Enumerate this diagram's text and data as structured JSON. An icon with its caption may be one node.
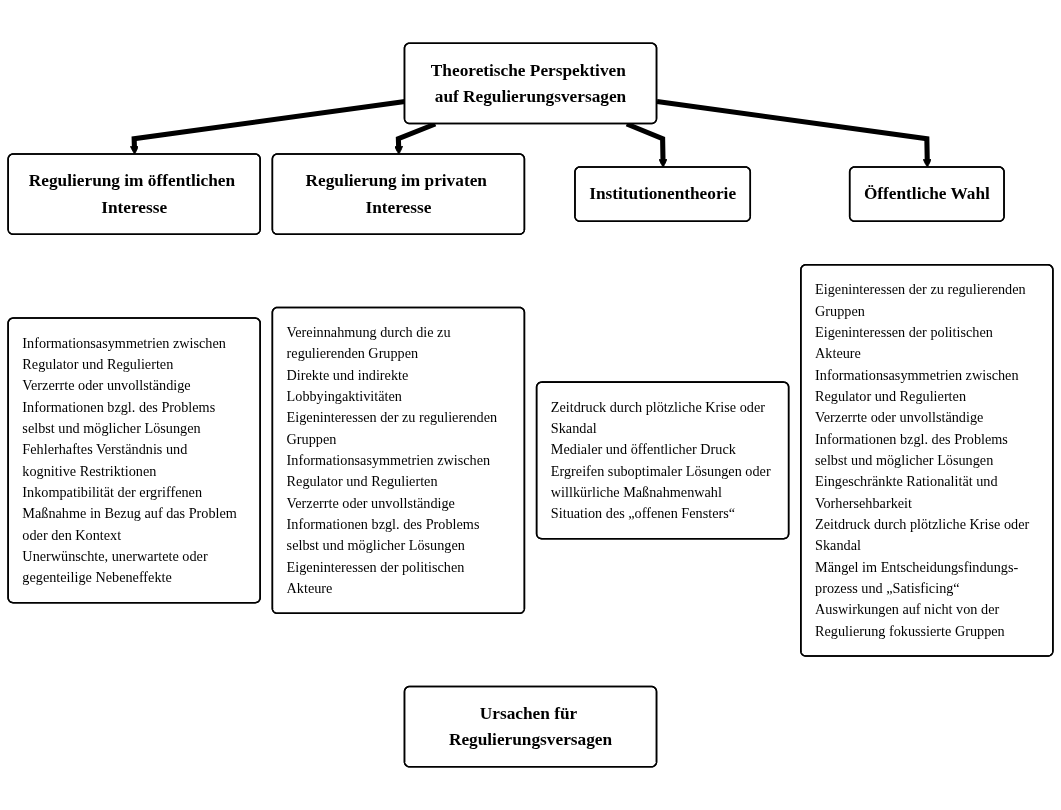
{
  "diagram": {
    "nodes": [
      {
        "text": [
          "Theoretische Perspektiven auf Regulierungsversagen"
        ]
      },
      {
        "text": [
          "Regulierung im öffentlichen Interesse"
        ]
      },
      {
        "text": [
          "Regulierung im privaten Interesse"
        ]
      },
      {
        "text": [
          "Institutionentheorie"
        ]
      },
      {
        "text": [
          "Öffentliche Wahl"
        ]
      },
      {
        "text": [
          "Informationsasymmetrien zwischen Regulator und Regulierten",
          "Verzerrte oder unvollständige Informationen bzgl. des Problems selbst und möglicher Lösungen",
          "Fehlerhaftes Verständnis und kognitive Restriktionen",
          "Inkompatibilität der ergriffenen Maßnahme in Bezug auf das Problem oder den Kontext",
          "Unerwünschte, unerwartete oder gegenteilige Nebeneffekte"
        ]
      },
      {
        "text": [
          "Vereinnahmung durch die zu regulierenden Gruppen",
          "Direkte und indirekte Lobbyingaktivitäten",
          "Eigeninteressen der zu regulierenden Gruppen",
          "Informationsasymmetrien zwischen Regulator und Regulierten",
          "Verzerrte oder unvollständige Informationen bzgl. des Problems selbst und möglicher Lösungen",
          "Eigeninteressen der politischen Akteure"
        ]
      },
      {
        "text": [
          "Zeitdruck durch plötzliche Krise oder Skandal",
          "Medialer und öffentlicher Druck",
          "Ergreifen suboptimaler Lösungen oder willkürliche Maßnahmenwahl",
          "Situation des „offenen Fensters“"
        ]
      },
      {
        "text": [
          "Eigeninteressen der zu regulierenden Gruppen",
          "Eigeninteressen der politischen Akteure",
          "Informationsasymmetrien zwischen Regulator und Regulierten",
          "Verzerrte oder unvollständige Informationen bzgl. des Problems selbst und möglicher Lösungen",
          "Eingeschränkte Rationalität und Vorhersehbarkeit",
          "Zeitdruck durch plötzliche Krise oder Skandal",
          "Mängel im Entscheidungsfindungs- prozess und „Satisficing“",
          "Auswirkungen auf nicht von der Regulierung fokussierte Gruppen"
        ]
      },
      {
        "text": [
          "Ursachen für Regulierungsversagen"
        ]
      }
    ],
    "edges": [
      {
        "from": 0,
        "to": 1,
        "arrow": "to"
      },
      {
        "from": 0,
        "to": 2,
        "arrow": "to"
      },
      {
        "from": 0,
        "to": 3,
        "arrow": "to"
      },
      {
        "from": 0,
        "to": 4,
        "arrow": "to"
      }
    ]
  }
}
